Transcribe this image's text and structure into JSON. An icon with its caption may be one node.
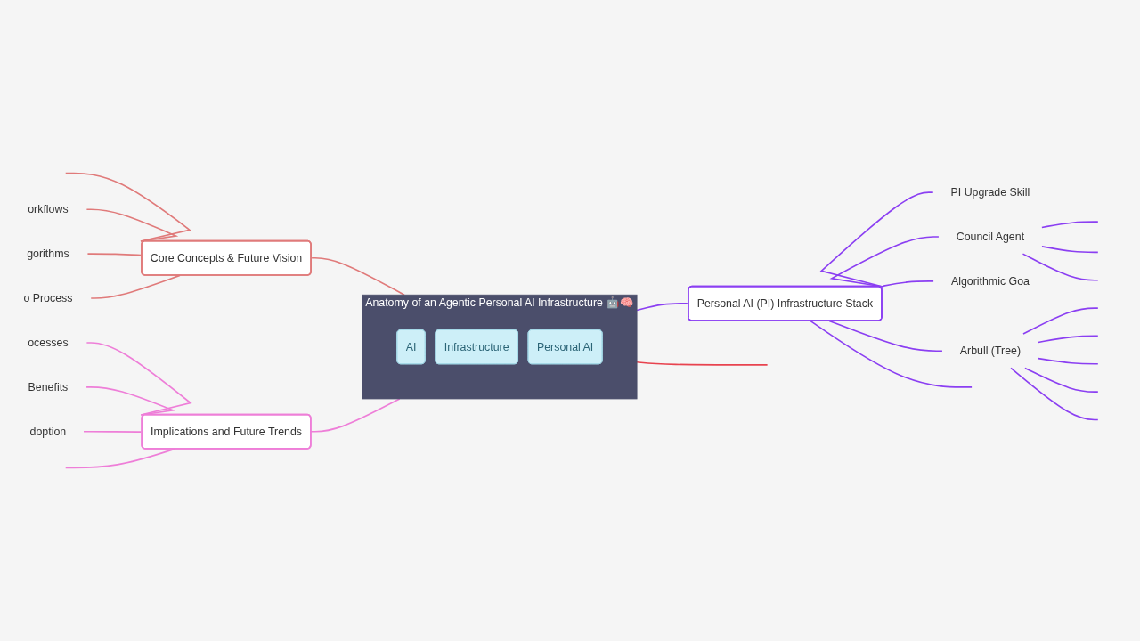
{
  "diagram": {
    "nodes": [
      {
        "text": [
          "Anatomy of an Agentic Personal AI Infrastructure 🤖🧠"
        ]
      },
      {
        "text": [
          "AI"
        ],
        "in": 0
      },
      {
        "text": [
          "Infrastructure"
        ],
        "in": 0
      },
      {
        "text": [
          "Personal AI"
        ],
        "in": 0
      },
      {
        "text": [
          "Core Concepts & Future Vision"
        ]
      },
      {
        "text": [
          "orkflows"
        ]
      },
      {
        "text": [
          "gorithms"
        ]
      },
      {
        "text": [
          "o Process"
        ]
      },
      {
        "text": [
          "Implications and Future Trends"
        ]
      },
      {
        "text": [
          "ocesses"
        ]
      },
      {
        "text": [
          "Benefits"
        ]
      },
      {
        "text": [
          "doption"
        ]
      },
      {
        "text": [
          "Personal AI (PI) Infrastructure Stack"
        ]
      },
      {
        "text": [
          "PI Upgrade Skill"
        ]
      },
      {
        "text": [
          "Council Agent"
        ]
      },
      {
        "text": [
          "Algorithmic Goa"
        ]
      },
      {
        "text": [
          "Arbull (Tree)"
        ]
      }
    ],
    "edges": [
      {
        "from": null,
        "to": 4,
        "arrow": "none",
        "color": "#e07a7a"
      },
      {
        "from": 5,
        "to": 4,
        "arrow": "none",
        "color": "#e07a7a"
      },
      {
        "from": 6,
        "to": 4,
        "arrow": "none",
        "color": "#e07a7a"
      },
      {
        "from": 7,
        "to": 4,
        "arrow": "none",
        "color": "#e07a7a"
      },
      {
        "from": 4,
        "to": 0,
        "arrow": "none",
        "color": "#e07a7a"
      },
      {
        "from": 9,
        "to": 8,
        "arrow": "none",
        "color": "#ee7ed8"
      },
      {
        "from": 10,
        "to": 8,
        "arrow": "none",
        "color": "#ee7ed8"
      },
      {
        "from": 11,
        "to": 8,
        "arrow": "none",
        "color": "#ee7ed8"
      },
      {
        "from": null,
        "to": 8,
        "arrow": "none",
        "color": "#ee7ed8"
      },
      {
        "from": 8,
        "to": 0,
        "arrow": "none",
        "color": "#ee7ed8"
      },
      {
        "from": 0,
        "to": 12,
        "arrow": "none"
      },
      {
        "from": 0,
        "to": null,
        "arrow": "none",
        "color": "#e8434f"
      },
      {
        "from": 12,
        "to": null,
        "arrow": "none"
      },
      {
        "from": 12,
        "to": 13,
        "arrow": "none"
      },
      {
        "from": 12,
        "to": 14,
        "arrow": "none"
      },
      {
        "from": 12,
        "to": 15,
        "arrow": "none"
      },
      {
        "from": 12,
        "to": 16,
        "arrow": "none"
      },
      {
        "from": 14,
        "to": null,
        "arrow": "none"
      },
      {
        "from": 14,
        "to": null,
        "arrow": "none"
      },
      {
        "from": 14,
        "to": null,
        "arrow": "none"
      },
      {
        "from": 16,
        "to": null,
        "arrow": "none"
      },
      {
        "from": 16,
        "to": null,
        "arrow": "none"
      },
      {
        "from": 16,
        "to": null,
        "arrow": "none"
      },
      {
        "from": 16,
        "to": null,
        "arrow": "none"
      },
      {
        "from": 16,
        "to": null,
        "arrow": "none"
      }
    ]
  }
}
